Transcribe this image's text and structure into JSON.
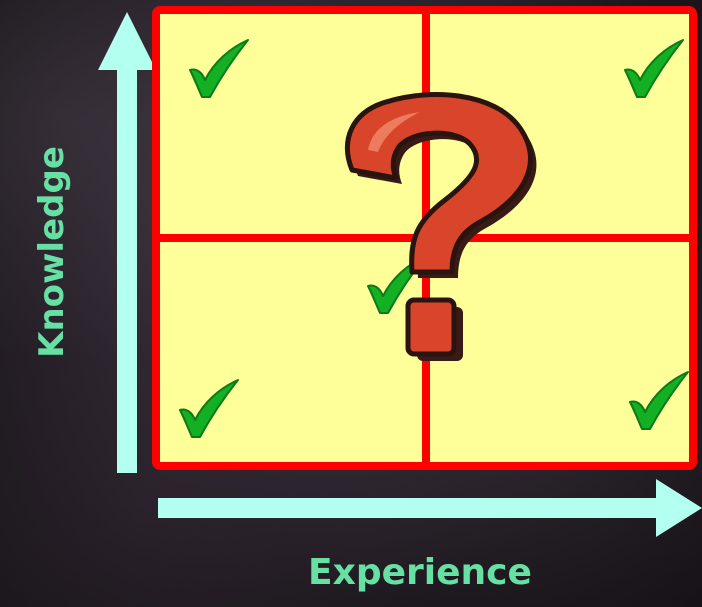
{
  "diagram": {
    "type": "2x2 quadrant grid",
    "x_axis_label": "Experience",
    "y_axis_label": "Knowledge",
    "center_symbol": "question-mark",
    "quadrant_marks": [
      "check",
      "check",
      "check",
      "check"
    ],
    "center_mark": "check",
    "colors": {
      "grid_fill": "#ffff99",
      "grid_border": "#ff0000",
      "axis_arrow": "#b3fff0",
      "axis_label": "#66e0a3",
      "check": "#13b024",
      "question_mark": "#d9452b"
    }
  }
}
